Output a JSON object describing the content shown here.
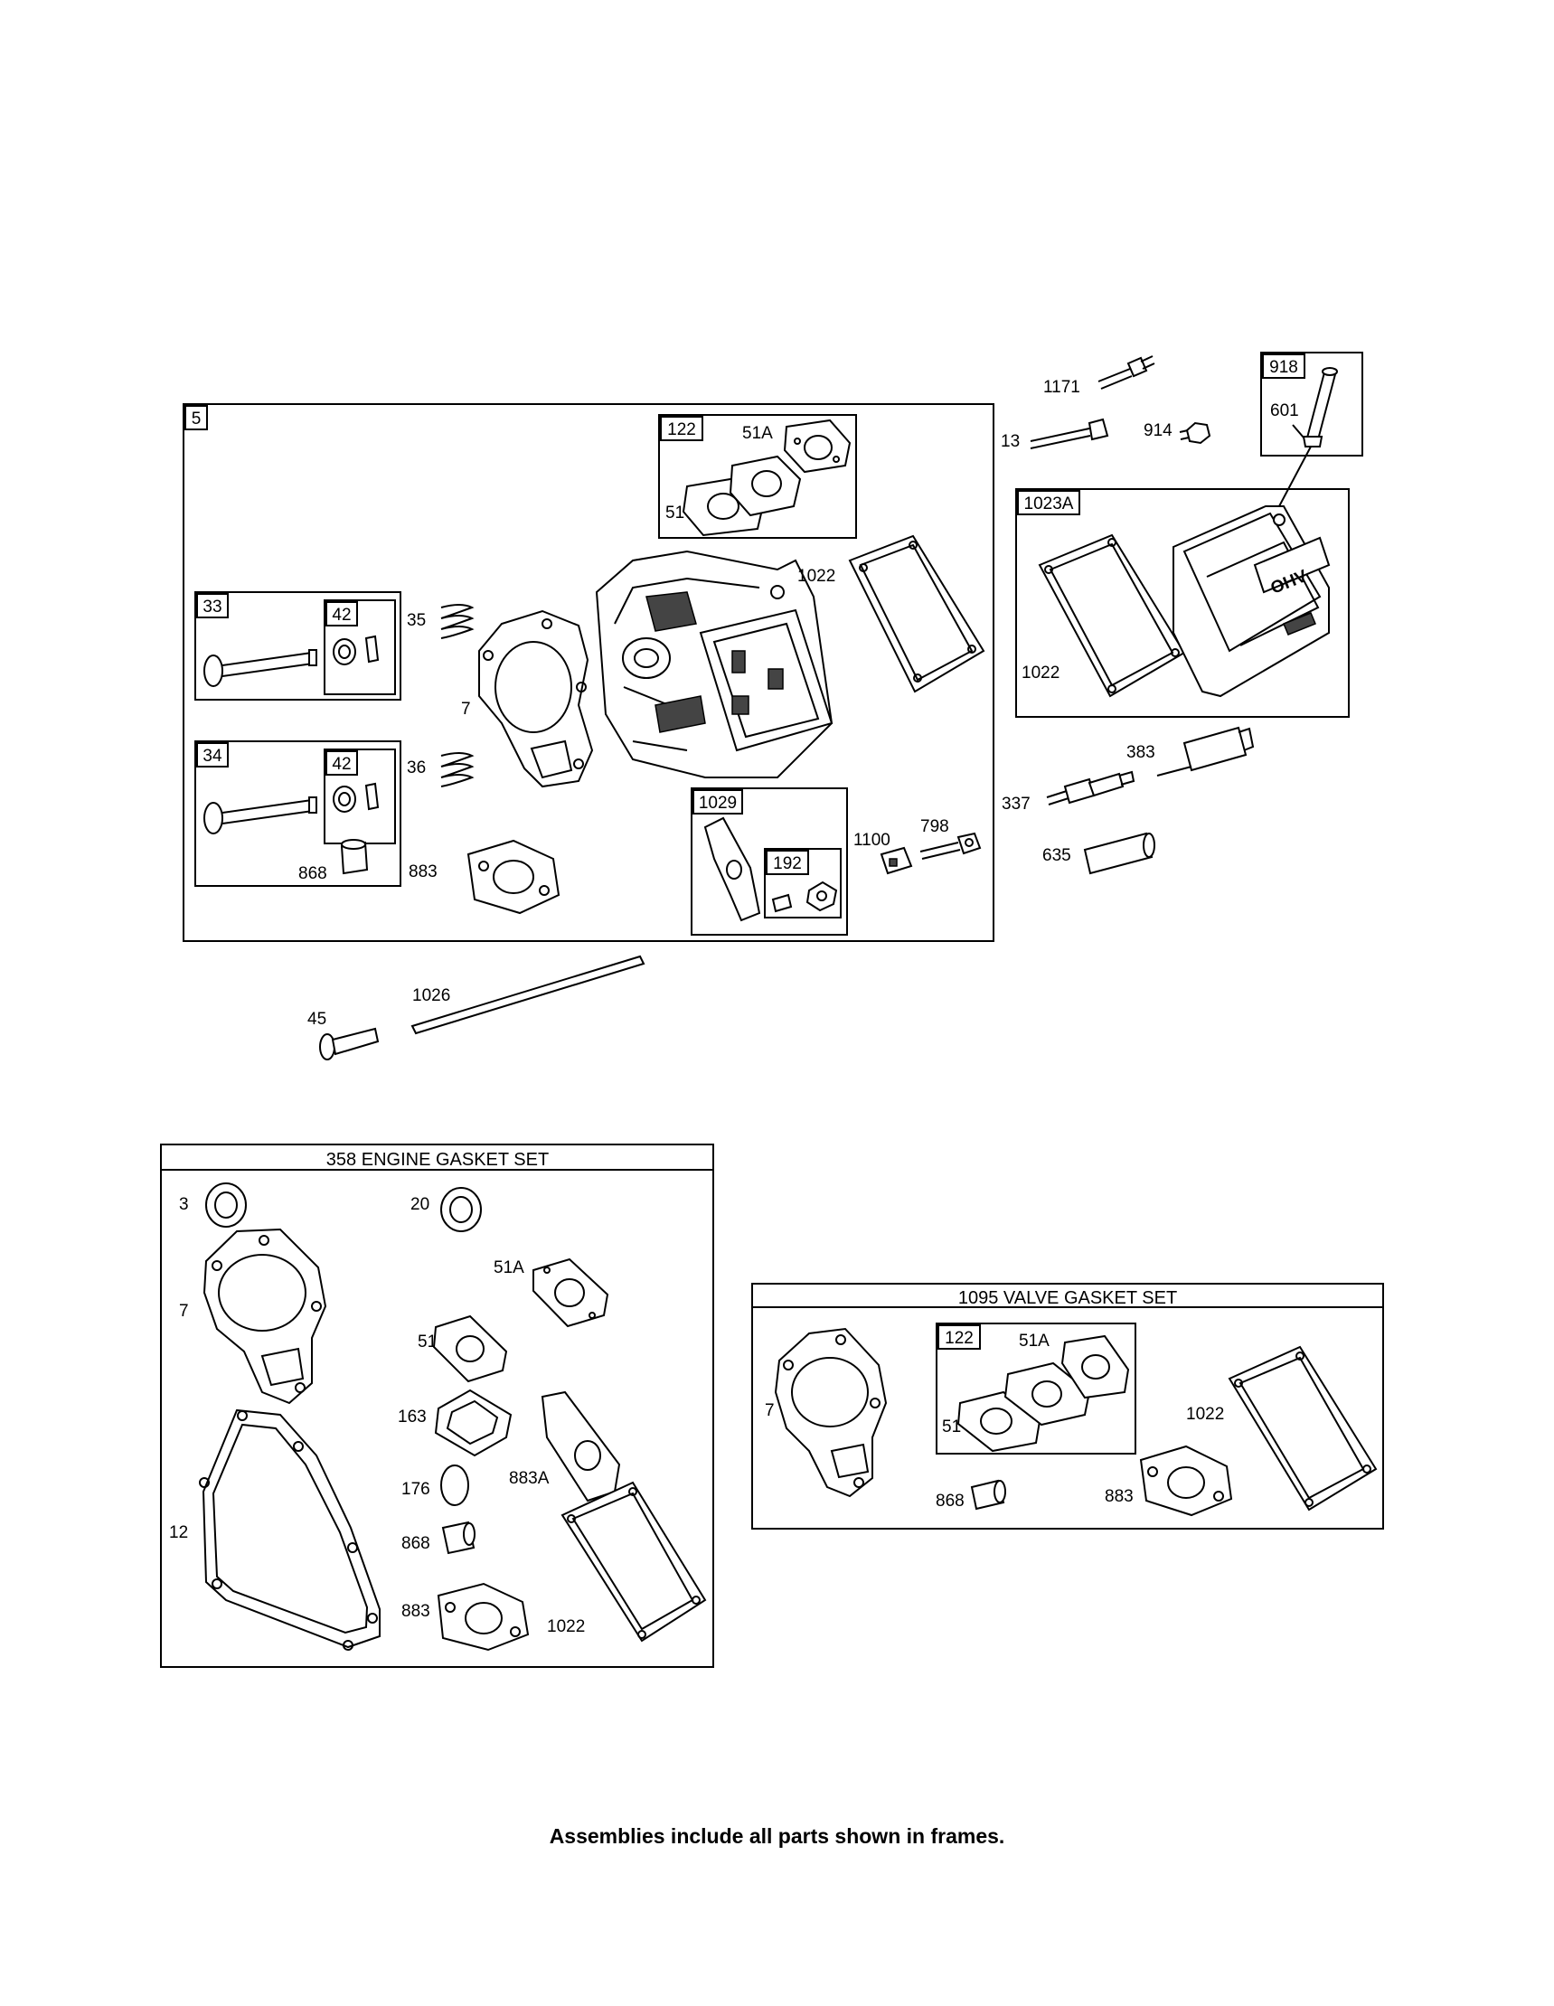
{
  "footer_note": "Assemblies include all parts shown in frames.",
  "frames": {
    "cylinder_head": "5",
    "intake_gasket_group": "122",
    "exhaust_valve": "33",
    "intake_valve": "34",
    "retainer_a": "42",
    "retainer_b": "42",
    "rocker_arm": "1029",
    "rocker_nut": "192",
    "breather_tube": "918",
    "valve_cover": "1023A",
    "valve_gasket_group": "122"
  },
  "callouts": {
    "c1171": "1171",
    "c13": "13",
    "c914": "914",
    "c601": "601",
    "c51A_top": "51A",
    "c51_top": "51",
    "c1022_head": "1022",
    "c1022_cover": "1022",
    "c35": "35",
    "c36": "36",
    "c7_head": "7",
    "c868_head": "868",
    "c883_head": "883",
    "c1100": "1100",
    "c798": "798",
    "c383": "383",
    "c337": "337",
    "c635": "635",
    "c45": "45",
    "c1026": "1026"
  },
  "engine_gasket_set": {
    "title": "358 ENGINE GASKET SET",
    "labels": {
      "c3": "3",
      "c20": "20",
      "c51A": "51A",
      "c7": "7",
      "c51": "51",
      "c163": "163",
      "c883A": "883A",
      "c12": "12",
      "c176": "176",
      "c868": "868",
      "c883": "883",
      "c1022": "1022"
    }
  },
  "valve_gasket_set": {
    "title": "1095 VALVE GASKET SET",
    "labels": {
      "c51A": "51A",
      "c7": "7",
      "c51": "51",
      "c1022": "1022",
      "c868": "868",
      "c883": "883"
    }
  }
}
